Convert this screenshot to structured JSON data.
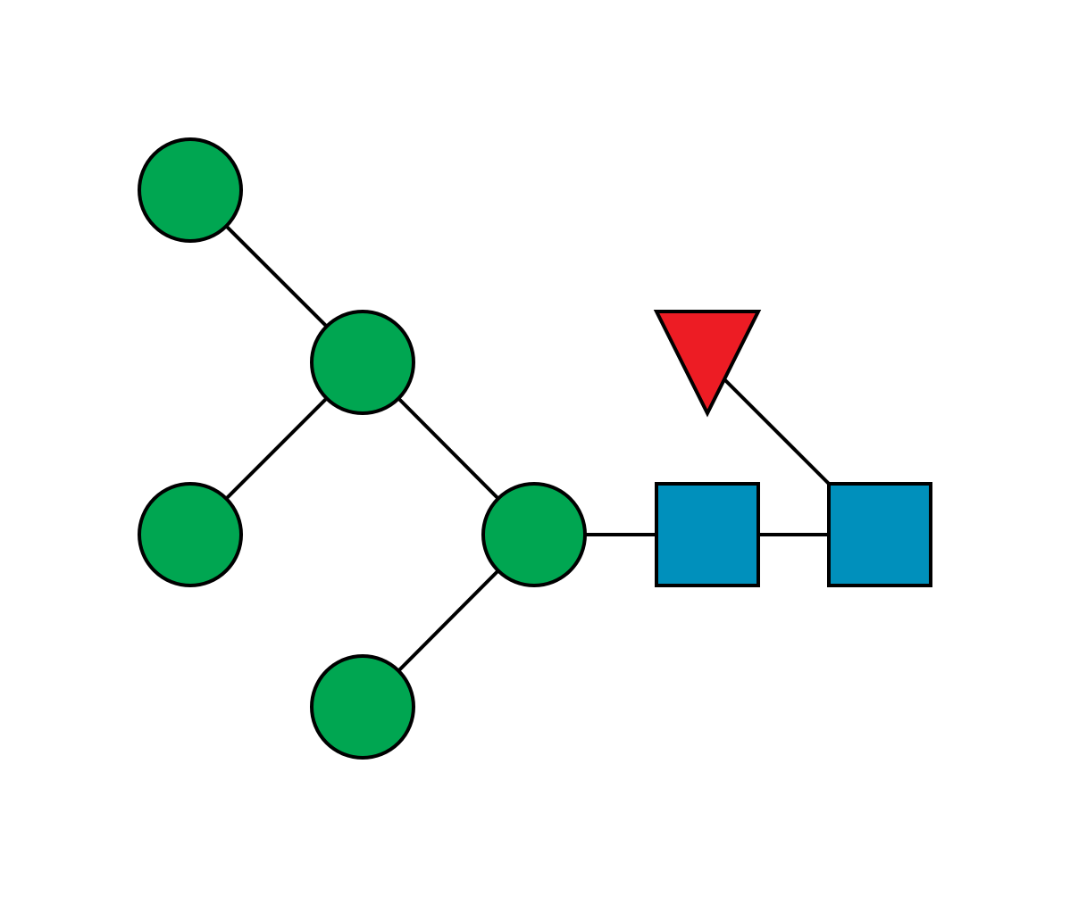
{
  "diagram": {
    "kind": "glycan-structure",
    "colors": {
      "mannose": "#00A651",
      "glcnac": "#0090BC",
      "fucose": "#ED1C24",
      "outline": "#000000",
      "background": "#FFFFFF"
    },
    "nodes": [
      {
        "id": "man-terminal-top",
        "shape": "circle",
        "residue": "mannose",
        "icon": "green-circle-icon"
      },
      {
        "id": "man-branch",
        "shape": "circle",
        "residue": "mannose",
        "icon": "green-circle-icon"
      },
      {
        "id": "man-terminal-middle",
        "shape": "circle",
        "residue": "mannose",
        "icon": "green-circle-icon"
      },
      {
        "id": "man-core",
        "shape": "circle",
        "residue": "mannose",
        "icon": "green-circle-icon"
      },
      {
        "id": "man-terminal-bottom",
        "shape": "circle",
        "residue": "mannose",
        "icon": "green-circle-icon"
      },
      {
        "id": "glcnac-inner",
        "shape": "square",
        "residue": "glcnac",
        "icon": "blue-square-icon"
      },
      {
        "id": "glcnac-reducing",
        "shape": "square",
        "residue": "glcnac",
        "icon": "blue-square-icon"
      },
      {
        "id": "fucose",
        "shape": "triangle",
        "residue": "fucose",
        "icon": "red-triangle-icon"
      }
    ],
    "links": [
      {
        "from": "man-terminal-top",
        "to": "man-branch"
      },
      {
        "from": "man-terminal-middle",
        "to": "man-branch"
      },
      {
        "from": "man-branch",
        "to": "man-core"
      },
      {
        "from": "man-terminal-bottom",
        "to": "man-core"
      },
      {
        "from": "man-core",
        "to": "glcnac-inner"
      },
      {
        "from": "glcnac-inner",
        "to": "glcnac-reducing"
      },
      {
        "from": "fucose",
        "to": "glcnac-reducing"
      }
    ]
  }
}
